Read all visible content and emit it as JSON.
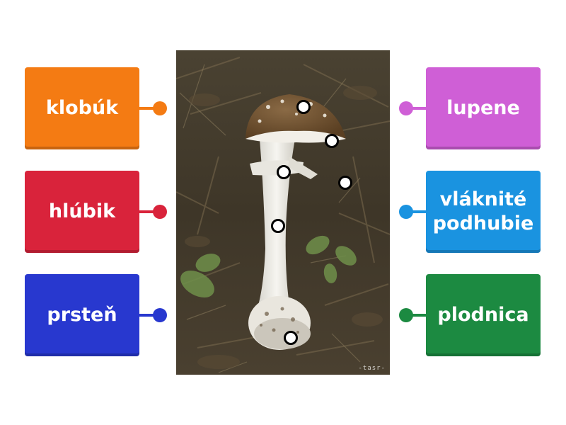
{
  "labels": {
    "left": [
      {
        "text": "klobúk",
        "color": "#f47b13"
      },
      {
        "text": "hlúbik",
        "color": "#d9233b"
      },
      {
        "text": "prsteň",
        "color": "#2838cf"
      }
    ],
    "right": [
      {
        "text": "lupene",
        "color": "#cf5fd6"
      },
      {
        "text": "vláknité podhubie",
        "line1": "vláknité",
        "line2": "podhubie",
        "color": "#1a93e0"
      },
      {
        "text": "plodnica",
        "color": "#1c8a41"
      }
    ]
  },
  "image": {
    "subject": "mushroom photo with 6 drop targets",
    "watermark": "-tasr-"
  },
  "hotspots_count": 6
}
